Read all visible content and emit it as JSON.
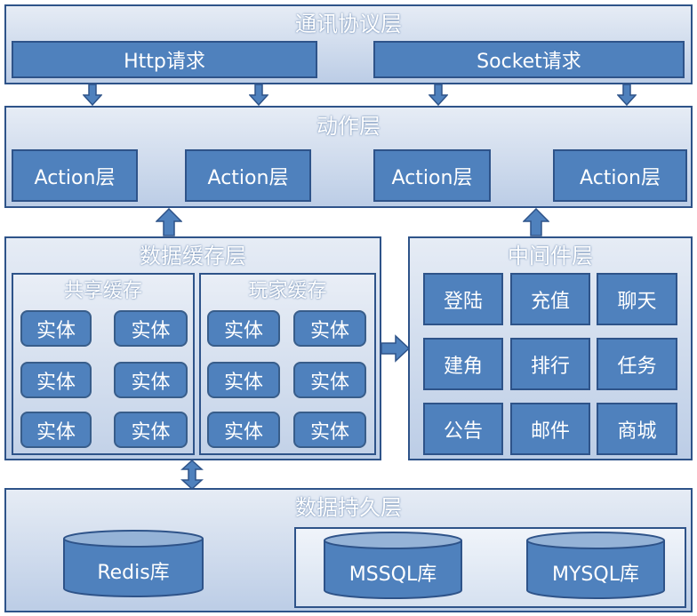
{
  "protocol_layer": {
    "title": "通讯协议层",
    "items": [
      "Http请求",
      "Socket请求"
    ]
  },
  "action_layer": {
    "title": "动作层",
    "items": [
      "Action层",
      "Action层",
      "Action层",
      "Action层"
    ]
  },
  "cache_layer": {
    "title": "数据缓存层",
    "shared": {
      "title": "共享缓存",
      "items": [
        "实体",
        "实体",
        "实体",
        "实体",
        "实体",
        "实体"
      ]
    },
    "player": {
      "title": "玩家缓存",
      "items": [
        "实体",
        "实体",
        "实体",
        "实体",
        "实体",
        "实体"
      ]
    }
  },
  "middleware_layer": {
    "title": "中间件层",
    "items": [
      "登陆",
      "充值",
      "聊天",
      "建角",
      "排行",
      "任务",
      "公告",
      "邮件",
      "商城"
    ]
  },
  "persistence_layer": {
    "title": "数据持久层",
    "databases": [
      "Redis库",
      "MSSQL库",
      "MYSQL库"
    ]
  },
  "colors": {
    "box_fill": "#4f81bd",
    "border": "#2e5389",
    "layer_bg": "#c6d5ea"
  }
}
